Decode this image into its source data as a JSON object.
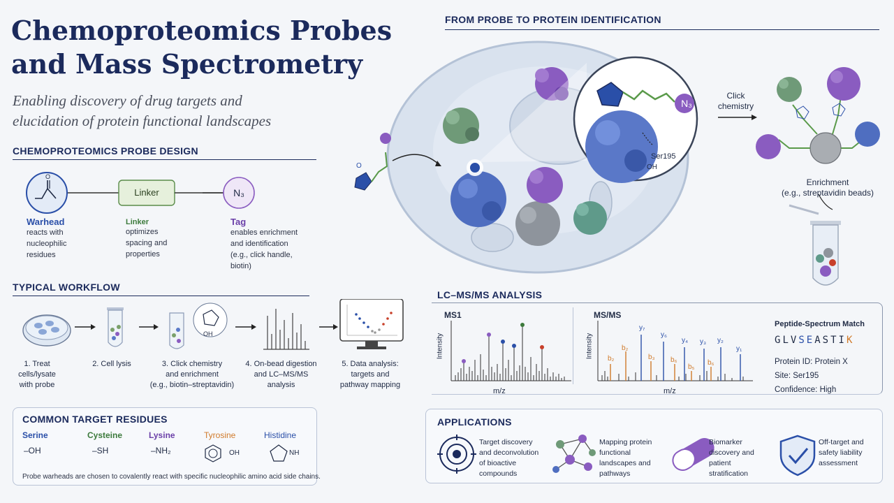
{
  "title_line1": "Chemoproteomics Probes",
  "title_line2": "and Mass Spectrometry",
  "subtitle_line1": "Enabling discovery of drug targets and",
  "subtitle_line2": "elucidation of protein functional landscapes",
  "probe_design": {
    "title": "CHEMOPROTEOMICS PROBE DESIGN",
    "linker_box": "Linker",
    "tag_circle": "N₃",
    "warhead": {
      "name": "Warhead",
      "desc1": "reacts with",
      "desc2": "nucleophilic",
      "desc3": "residues"
    },
    "linker": {
      "name": "Linker",
      "desc1": "optimizes",
      "desc2": "spacing and",
      "desc3": "properties"
    },
    "tag": {
      "name": "Tag",
      "desc1": "enables enrichment",
      "desc2": "and identification",
      "desc3": "(e.g., click handle,",
      "desc4": "biotin)"
    }
  },
  "workflow": {
    "title": "TYPICAL WORKFLOW",
    "steps": [
      {
        "l1": "1. Treat",
        "l2": "cells/lysate",
        "l3": "with probe"
      },
      {
        "l1": "2. Cell lysis",
        "l2": "",
        "l3": ""
      },
      {
        "l1": "3. Click chemistry",
        "l2": "and enrichment",
        "l3": "(e.g., biotin–streptavidin)"
      },
      {
        "l1": "4. On-bead digestion",
        "l2": "and LC–MS/MS",
        "l3": "analysis"
      },
      {
        "l1": "5. Data analysis:",
        "l2": "targets and",
        "l3": "pathway mapping"
      }
    ],
    "oh_label": "OH"
  },
  "residues": {
    "title": "COMMON TARGET RESIDUES",
    "items": [
      {
        "name": "Serine",
        "group": "–OH",
        "color": "#2a4fa8"
      },
      {
        "name": "Cysteine",
        "group": "–SH",
        "color": "#3c7a3c"
      },
      {
        "name": "Lysine",
        "group": "–NH₂",
        "color": "#6a3fa8"
      },
      {
        "name": "Tyrosine",
        "group": "OH",
        "color": "#d07a2a"
      },
      {
        "name": "Histidine",
        "group": "NH",
        "color": "#2a4fa8"
      }
    ],
    "note": "Probe warheads are chosen to covalently react with specific nucleophilic amino acid side chains."
  },
  "pipeline": {
    "title": "FROM PROBE TO PROTEIN IDENTIFICATION",
    "ser_label": "Ser195",
    "oh_label": "OH",
    "n3_label": "N₃",
    "click_l1": "Click",
    "click_l2": "chemistry",
    "enrich_l1": "Enrichment",
    "enrich_l2": "(e.g., streptavidin beads)"
  },
  "lcms": {
    "title": "LC–MS/MS ANALYSIS",
    "ms1_label": "MS1",
    "msms_label": "MS/MS",
    "intensity": "Intensity",
    "mz": "m/z",
    "psm_title": "Peptide-Spectrum Match",
    "peptide": [
      {
        "aa": "G",
        "color": "#1f2a44"
      },
      {
        "aa": "L",
        "color": "#1f2a44"
      },
      {
        "aa": "V",
        "color": "#1f2a44"
      },
      {
        "aa": "S",
        "color": "#2a4fa8"
      },
      {
        "aa": "E",
        "color": "#2a4fa8"
      },
      {
        "aa": "A",
        "color": "#1f2a44"
      },
      {
        "aa": "S",
        "color": "#1f2a44"
      },
      {
        "aa": "T",
        "color": "#1f2a44"
      },
      {
        "aa": "I",
        "color": "#1f2a44"
      },
      {
        "aa": "K",
        "color": "#d07a2a"
      }
    ],
    "protein": "Protein ID:  Protein X",
    "site": "Site:  Ser195",
    "confidence": "Confidence:  High",
    "ions": [
      {
        "label": "y₇",
        "color": "#2a4fa8"
      },
      {
        "label": "y₆",
        "color": "#2a4fa8"
      },
      {
        "label": "y₄",
        "color": "#2a4fa8"
      },
      {
        "label": "y₃",
        "color": "#2a4fa8"
      },
      {
        "label": "y₂",
        "color": "#2a4fa8"
      },
      {
        "label": "y₁",
        "color": "#2a4fa8"
      },
      {
        "label": "b₂",
        "color": "#d07a2a"
      },
      {
        "label": "b₂",
        "color": "#d07a2a"
      },
      {
        "label": "b₃",
        "color": "#d07a2a"
      },
      {
        "label": "b₆",
        "color": "#d07a2a"
      },
      {
        "label": "b₅",
        "color": "#d07a2a"
      },
      {
        "label": "b₆",
        "color": "#d07a2a"
      }
    ]
  },
  "applications": {
    "title": "APPLICATIONS",
    "items": [
      {
        "l1": "Target discovery",
        "l2": "and deconvolution",
        "l3": "of bioactive",
        "l4": "compounds"
      },
      {
        "l1": "Mapping protein",
        "l2": "functional",
        "l3": "landscapes and",
        "l4": "pathways"
      },
      {
        "l1": "Biomarker",
        "l2": "discovery and",
        "l3": "patient",
        "l4": "stratification"
      },
      {
        "l1": "Off-target and",
        "l2": "safety liability",
        "l3": "assessment",
        "l4": ""
      }
    ]
  },
  "colors": {
    "navy": "#1b2a5c",
    "blue": "#2a4fa8",
    "green": "#3c7a3c",
    "purple": "#6a3fa8",
    "orange": "#d07a2a"
  }
}
